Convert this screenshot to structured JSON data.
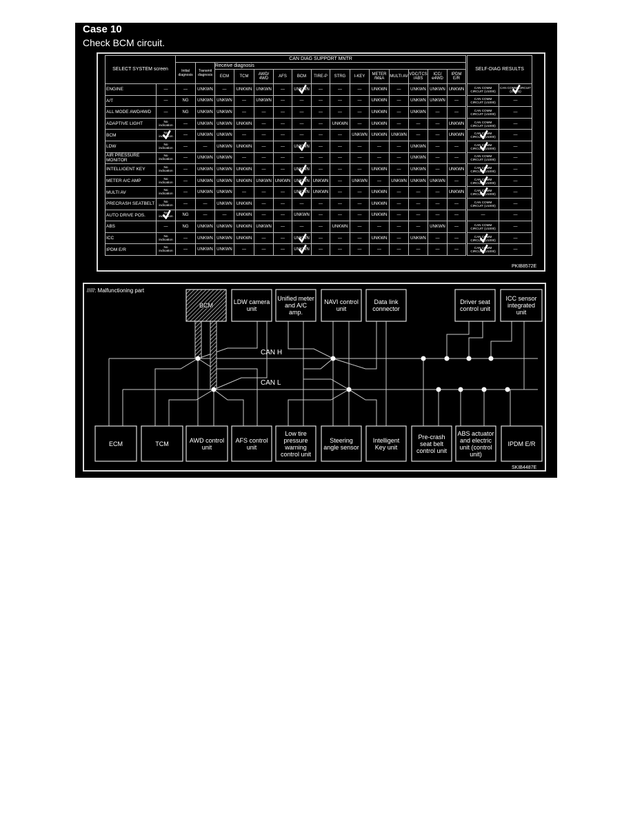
{
  "heading": {
    "title": "Case 10",
    "subtitle": "Check BCM circuit."
  },
  "table": {
    "header": {
      "select_system": "SELECT SYSTEM screen",
      "can_diag": "CAN DIAG SUPPORT MNTR",
      "self_diag": "SELF-DIAG RESULTS",
      "initial": "Initial diagnosis",
      "transmit": "Transmit diagnosis",
      "receive": "Receive diagnosis",
      "receive_cols": [
        "ECM",
        "TCM",
        "AWD/ 4WD",
        "AFS",
        "BCM",
        "TIRE-P",
        "STRG",
        "I-KEY",
        "METER /M&A",
        "MULTI AV",
        "VDC/TCS /ABS",
        "ICC/ e4WD",
        "IPDM E/R"
      ]
    },
    "rows": [
      [
        "ENGINE",
        "—",
        "—",
        "UNKWN",
        "—",
        "UNKWN",
        "UNKWN",
        "—",
        "UNKWN",
        "—",
        "—",
        "—",
        "UNKWN",
        "—",
        "UNKWN",
        "UNKWN",
        "UNKWN",
        "CAN COMM CIRCUIT (U1000)",
        "CAN COMM CIRCUIT (U1001)"
      ],
      [
        "A/T",
        "—",
        "NG",
        "UNKWN",
        "UNKWN",
        "—",
        "UNKWN",
        "—",
        "—",
        "—",
        "—",
        "—",
        "UNKWN",
        "—",
        "UNKWN",
        "UNKWN",
        "—",
        "CAN COMM CIRCUIT (U1000)",
        "—"
      ],
      [
        "ALL MODE AWD/4WD",
        "—",
        "NG",
        "UNKWN",
        "UNKWN",
        "—",
        "—",
        "—",
        "—",
        "—",
        "—",
        "—",
        "UNKWN",
        "—",
        "UNKWN",
        "—",
        "—",
        "CAN COMM CIRCUIT (U1000)",
        "—"
      ],
      [
        "ADAPTIVE LIGHT",
        "No indication",
        "—",
        "UNKWN",
        "UNKWN",
        "UNKWN",
        "—",
        "—",
        "—",
        "—",
        "UNKWN",
        "—",
        "UNKWN",
        "—",
        "—",
        "—",
        "UNKWN",
        "CAN COMM CIRCUIT (U1000)",
        "—"
      ],
      [
        "BCM",
        "No indication",
        "—",
        "UNKWN",
        "UNKWN",
        "—",
        "—",
        "—",
        "—",
        "—",
        "—",
        "UNKWN",
        "UNKWN",
        "UNKWN",
        "—",
        "—",
        "UNKWN",
        "CAN COMM CIRCUIT (U1000)",
        "—"
      ],
      [
        "LDW",
        "No indication",
        "—",
        "—",
        "UNKWN",
        "UNKWN",
        "—",
        "—",
        "UNKWN",
        "—",
        "—",
        "—",
        "—",
        "—",
        "UNKWN",
        "—",
        "—",
        "CAN COMM CIRCUIT (U1000)",
        "—"
      ],
      [
        "AIR PRESSURE MONITOR",
        "No indication",
        "—",
        "UNKWN",
        "UNKWN",
        "—",
        "—",
        "—",
        "—",
        "—",
        "—",
        "—",
        "—",
        "—",
        "UNKWN",
        "—",
        "—",
        "CAN COMM CIRCUIT (U1000)",
        "—"
      ],
      [
        "INTELLIGENT KEY",
        "No indication",
        "—",
        "UNKWN",
        "UNKWN",
        "UNKWN",
        "—",
        "—",
        "UNKWN",
        "—",
        "—",
        "—",
        "UNKWN",
        "—",
        "UNKWN",
        "—",
        "UNKWN",
        "CAN COMM CIRCUIT (U1000)",
        "—"
      ],
      [
        "METER A/C AMP",
        "No indication",
        "—",
        "UNKWN",
        "UNKWN",
        "UNKWN",
        "UNKWN",
        "UNKWN",
        "UNKWN",
        "UNKWN",
        "—",
        "UNKWN",
        "—",
        "UNKWN",
        "UNKWN",
        "UNKWN",
        "—",
        "CAN COMM CIRCUIT (U1000)",
        "—"
      ],
      [
        "MULTI AV",
        "No indication",
        "—",
        "UNKWN",
        "UNKWN",
        "—",
        "—",
        "—",
        "UNKWN",
        "UNKWN",
        "—",
        "—",
        "UNKWN",
        "—",
        "—",
        "—",
        "UNKWN",
        "CAN COMM CIRCUIT (U1000)",
        "—"
      ],
      [
        "PRECRASH SEATBELT",
        "No indication",
        "—",
        "—",
        "UNKWN",
        "UNKWN",
        "—",
        "—",
        "—",
        "—",
        "—",
        "—",
        "UNKWN",
        "—",
        "—",
        "—",
        "—",
        "CAN COMM CIRCUIT (U1000)",
        "—"
      ],
      [
        "AUTO DRIVE POS.",
        "No indication",
        "NG",
        "—",
        "—",
        "UNKWN",
        "—",
        "—",
        "UNKWN",
        "—",
        "—",
        "—",
        "UNKWN",
        "—",
        "—",
        "—",
        "—",
        "—",
        "—"
      ],
      [
        "ABS",
        "—",
        "NG",
        "UNKWN",
        "UNKWN",
        "UNKWN",
        "UNKWN",
        "—",
        "—",
        "—",
        "UNKWN",
        "—",
        "—",
        "—",
        "—",
        "UNKWN",
        "—",
        "CAN COMM CIRCUIT (U1000)",
        "—"
      ],
      [
        "ICC",
        "No indication",
        "—",
        "UNKWN",
        "UNKWN",
        "UNKWN",
        "—",
        "—",
        "UNKWN",
        "—",
        "—",
        "—",
        "UNKWN",
        "—",
        "UNKWN",
        "—",
        "—",
        "CAN COMM CIRCUIT (U1000)",
        "—"
      ],
      [
        "IPDM E/R",
        "No indication",
        "—",
        "UNKWN",
        "UNKWN",
        "—",
        "—",
        "—",
        "UNKWN",
        "—",
        "—",
        "—",
        "—",
        "—",
        "—",
        "—",
        "—",
        "CAN COMM CIRCUIT (U1000)",
        "—"
      ]
    ],
    "checked_cells": [
      [
        0,
        8
      ],
      [
        0,
        18
      ],
      [
        4,
        1
      ],
      [
        4,
        17
      ],
      [
        5,
        8
      ],
      [
        5,
        17
      ],
      [
        7,
        8
      ],
      [
        7,
        17
      ],
      [
        8,
        8
      ],
      [
        8,
        17
      ],
      [
        9,
        8
      ],
      [
        9,
        17
      ],
      [
        11,
        1
      ],
      [
        13,
        8
      ],
      [
        13,
        17
      ],
      [
        14,
        8
      ],
      [
        14,
        17
      ]
    ],
    "code": "PKIB8572E"
  },
  "diagram": {
    "legend": "/////: Malfunctioning part",
    "malfunctioning": "BCM",
    "top_units": [
      "BCM",
      "LDW camera unit",
      "Unified meter and A/C amp.",
      "NAVI control unit",
      "Data link connector",
      "Driver seat control unit",
      "ICC sensor integrated unit"
    ],
    "bottom_units": [
      "ECM",
      "TCM",
      "AWD control unit",
      "AFS control unit",
      "Low tire pressure warning control unit",
      "Steering angle sensor",
      "Intelligent Key unit",
      "Pre-crash seat belt control unit",
      "ABS actuator and electric unit (control unit)",
      "IPDM E/R"
    ],
    "can_h": "CAN H",
    "can_l": "CAN L",
    "code": "SKIB4487E"
  }
}
